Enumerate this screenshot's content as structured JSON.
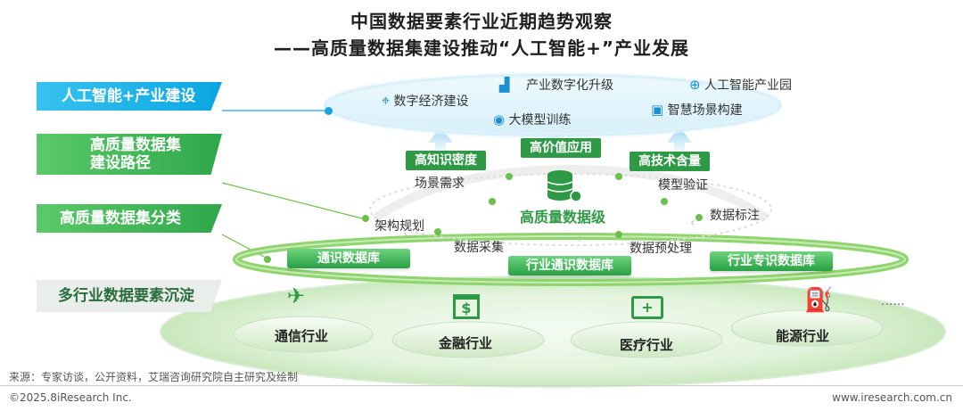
{
  "title": {
    "line1": "中国数据要素行业近期趋势观察",
    "line2": "——高质量数据集建设推动“人工智能+”产业发展"
  },
  "left_labels": {
    "ai_industry": "人工智能+产业建设",
    "construction_path_l1": "高质量数据集",
    "construction_path_l2": "建设路径",
    "classification": "高质量数据集分类",
    "precipitation": "多行业数据要素沉淀"
  },
  "ai_layer": {
    "items": {
      "digital_economy": "数字经济建设",
      "industry_upgrade": "产业数字化升级",
      "large_model": "大模型训练",
      "ai_park": "人工智能产业园",
      "smart_scene": "智慧场景构建"
    }
  },
  "path_layer": {
    "tags": {
      "knowledge_density": "高知识密度",
      "high_value": "高价值应用",
      "tech_content": "高技术含量"
    },
    "center": "高质量数据级",
    "steps": {
      "scene_demand": "场景需求",
      "architecture": "架构规划",
      "data_collection": "数据采集",
      "preprocessing": "数据预处理",
      "model_validation": "模型验证",
      "data_labeling": "数据标注"
    }
  },
  "classification_layer": {
    "general": "通识数据库",
    "industry_general": "行业通识数据库",
    "industry_specialized": "行业专识数据库"
  },
  "industry_layer": {
    "telecom": "通信行业",
    "finance": "金融行业",
    "medical": "医疗行业",
    "energy": "能源行业",
    "more": "......"
  },
  "footer": {
    "source": "来源：专家访谈，公开资料，艾瑞咨询研究院自主研究及绘制",
    "copyright": "©2025.8iResearch Inc.",
    "website": "www.iresearch.com.cn"
  },
  "colors": {
    "blue": "#1aa3e0",
    "green": "#2e9a45",
    "light_green": "#6fd37e"
  }
}
